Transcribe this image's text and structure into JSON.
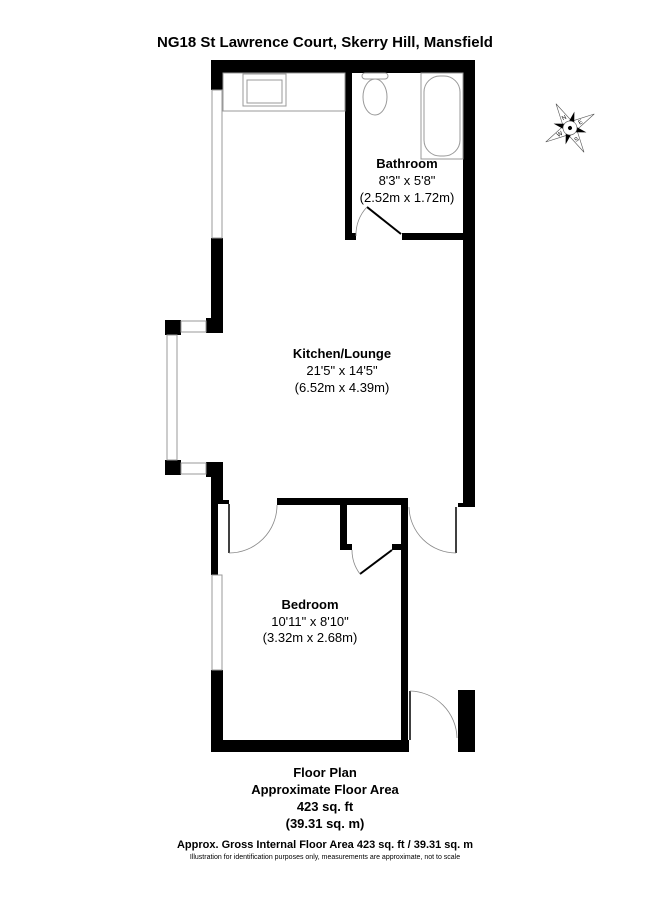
{
  "title": "NG18 St Lawrence Court, Skerry Hill, Mansfield",
  "rooms": [
    {
      "name": "Bathroom",
      "imperial": "8'3\" x 5'8\"",
      "metric": "(2.52m x 1.72m)"
    },
    {
      "name": "Kitchen/Lounge",
      "imperial": "21'5\" x 14'5\"",
      "metric": "(6.52m x 4.39m)"
    },
    {
      "name": "Bedroom",
      "imperial": "10'11\" x 8'10\"",
      "metric": "(3.32m x 2.68m)"
    }
  ],
  "summary": {
    "floor": "Floor Plan",
    "label": "Approximate Floor Area",
    "sqft": "423 sq. ft",
    "sqm": "(39.31 sq. m)"
  },
  "gross": "Approx. Gross Internal Floor Area 423 sq. ft / 39.31 sq. m",
  "disclaimer": "Illustration for identification purposes only, measurements are approximate, not to scale",
  "compass": {
    "icon": "compass-rose-icon",
    "letters": [
      "N",
      "E",
      "S",
      "W"
    ]
  }
}
